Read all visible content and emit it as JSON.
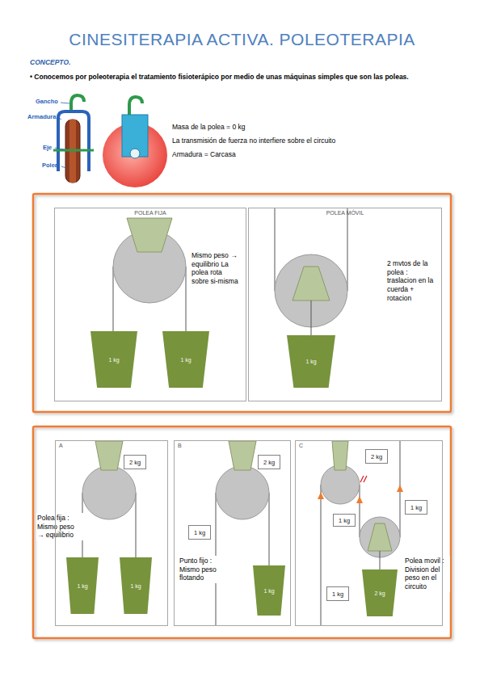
{
  "diagram": {
    "title": "CINESITERAPIA ACTIVA. POLEOTERAPIA",
    "nodes": [
      {
        "text": [
          "POLEA FIJA"
        ]
      },
      {
        "text": [
          "1 kg"
        ],
        "in": 0
      },
      {
        "text": [
          "1 kg"
        ],
        "in": 0
      },
      {
        "text": [
          "POLEA MÓVIL"
        ]
      },
      {
        "text": [
          "1 kg"
        ],
        "in": 3
      },
      {
        "text": [
          "A"
        ]
      },
      {
        "text": [
          "2 kg"
        ],
        "in": 5
      },
      {
        "text": [
          "1 kg"
        ],
        "in": 5
      },
      {
        "text": [
          "1 kg"
        ],
        "in": 5
      },
      {
        "text": [
          "B"
        ]
      },
      {
        "text": [
          "2 kg"
        ],
        "in": 9
      },
      {
        "text": [
          "1 kg"
        ],
        "in": 9
      },
      {
        "text": [
          "1 kg"
        ],
        "in": 9
      },
      {
        "text": [
          "C"
        ]
      },
      {
        "text": [
          "2 kg"
        ],
        "in": 13
      },
      {
        "text": [
          "1 kg"
        ],
        "in": 13
      },
      {
        "text": [
          "1 kg"
        ],
        "in": 13
      },
      {
        "text": [
          "1 kg"
        ],
        "in": 13
      },
      {
        "text": [
          "2 kg"
        ],
        "in": 13
      }
    ],
    "labels": [
      "CONCEPTO.",
      "• Conocemos por poleoterapia el tratamiento fisioterápico por medio de unas máquinas simples que son las poleas.",
      "Gancho",
      "Armadura",
      "Eje",
      "Polea",
      "Masa de la polea = 0 kg",
      "La transmisión de fuerza no interfiere sobre el circuito",
      "Armadura = Carcasa",
      "Mismo peso → equilibrio La polea rota sobre si-misma",
      "2 mvtos de la polea : traslacion en la cuerda + rotacion",
      "Polea fija : Mismo peso → equilibrio",
      "Punto fijo : Mismo peso flotando",
      "Polea movil : Division del peso en el circuito"
    ]
  }
}
